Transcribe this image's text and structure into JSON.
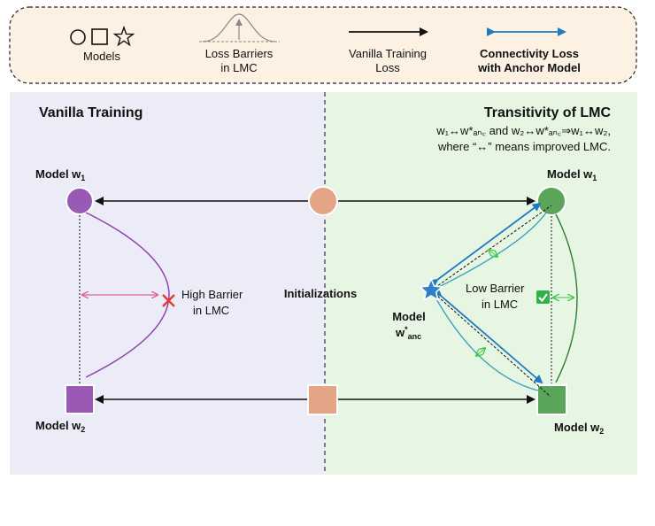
{
  "legend": {
    "models_label": "Models",
    "loss_barriers_label": [
      "Loss Barriers",
      "in LMC"
    ],
    "vanilla_loss_label": [
      "Vanilla Training",
      "Loss"
    ],
    "connectivity_loss_label": [
      "Connectivity Loss",
      "with Anchor Model"
    ]
  },
  "left_panel": {
    "title": "Vanilla Training",
    "model_top_label": "Model w",
    "model_top_sub": "1",
    "model_bottom_label": "Model w",
    "model_bottom_sub": "2",
    "barrier_label": [
      "High Barrier",
      "in LMC"
    ]
  },
  "center": {
    "init_label": "Initializations"
  },
  "right_panel": {
    "title": "Transitivity of LMC",
    "formula_line1": "w₁↔w*ₐₙ꜀ and w₂↔w*ₐₙ꜀⇒w₁↔w₂,",
    "formula_line2": "where “↔” means improved LMC.",
    "model_top_label": "Model w",
    "model_top_sub": "1",
    "model_bottom_label": "Model w",
    "model_bottom_sub": "2",
    "anchor_label_1": "Model",
    "anchor_label_2": "w",
    "anchor_sup": "*",
    "anchor_sub": "anc",
    "barrier_label": [
      "Low Barrier",
      "in LMC"
    ]
  },
  "colors": {
    "legend_bg": "#fdf1e4",
    "left_bg": "#ececf9",
    "right_bg": "#e6f6e3",
    "purple": "#9b59b6",
    "green": "#5aa55a",
    "init": "#e4a586",
    "blue": "#1f7bc0",
    "teal": "#3aa6b8",
    "pink": "#e0608a",
    "red": "#e53935"
  }
}
